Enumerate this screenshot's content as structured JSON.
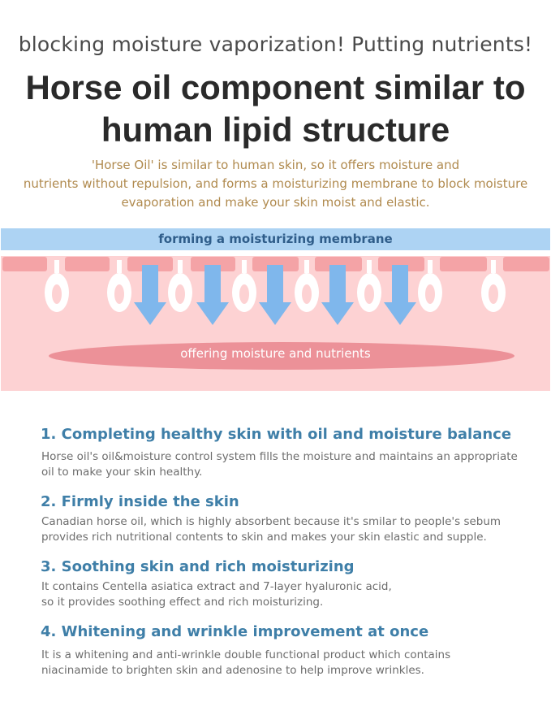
{
  "header": {
    "subtitle": "blocking moisture vaporization! Putting nutrients!",
    "title_line1": "Horse oil component similar to",
    "title_line2": "human lipid structure",
    "intro": [
      "'Horse Oil' is similar to human skin, so it offers moisture and",
      "nutrients without repulsion, and forms a moisturizing membrane to block moisture",
      "evaporation and make your skin moist and elastic."
    ]
  },
  "diagram": {
    "membrane_label": "forming a moisturizing membrane",
    "nutrient_label": "offering moisture and nutrients",
    "colors": {
      "membrane": "#add3f3",
      "skin_top": "#f4a3a6",
      "skin_body": "#fdd2d3",
      "arrow": "#7fb7ec",
      "nutrient_ellipse": "#ec9198"
    }
  },
  "features": [
    {
      "title": "1. Completing healthy skin with oil and moisture balance",
      "lines": [
        "Horse oil's oil&moisture control system fills the moisture and maintains an appropriate",
        "oil to make your skin healthy."
      ]
    },
    {
      "title": "2. Firmly inside the skin",
      "lines": [
        "Canadian horse oil, which is highly absorbent because it's smilar to people's sebum",
        "provides rich nutritional contents to skin and makes your skin elastic and supple."
      ]
    },
    {
      "title": "3. Soothing skin and rich moisturizing",
      "lines": [
        "It contains Centella asiatica extract and 7-layer hyaluronic acid,",
        "so it provides soothing effect and rich moisturizing."
      ]
    },
    {
      "title": "4. Whitening and wrinkle improvement at once",
      "lines": [
        "It is a whitening and anti-wrinkle double functional product which contains",
        "niacinamide to brighten skin and adenosine to help improve wrinkles."
      ]
    }
  ]
}
